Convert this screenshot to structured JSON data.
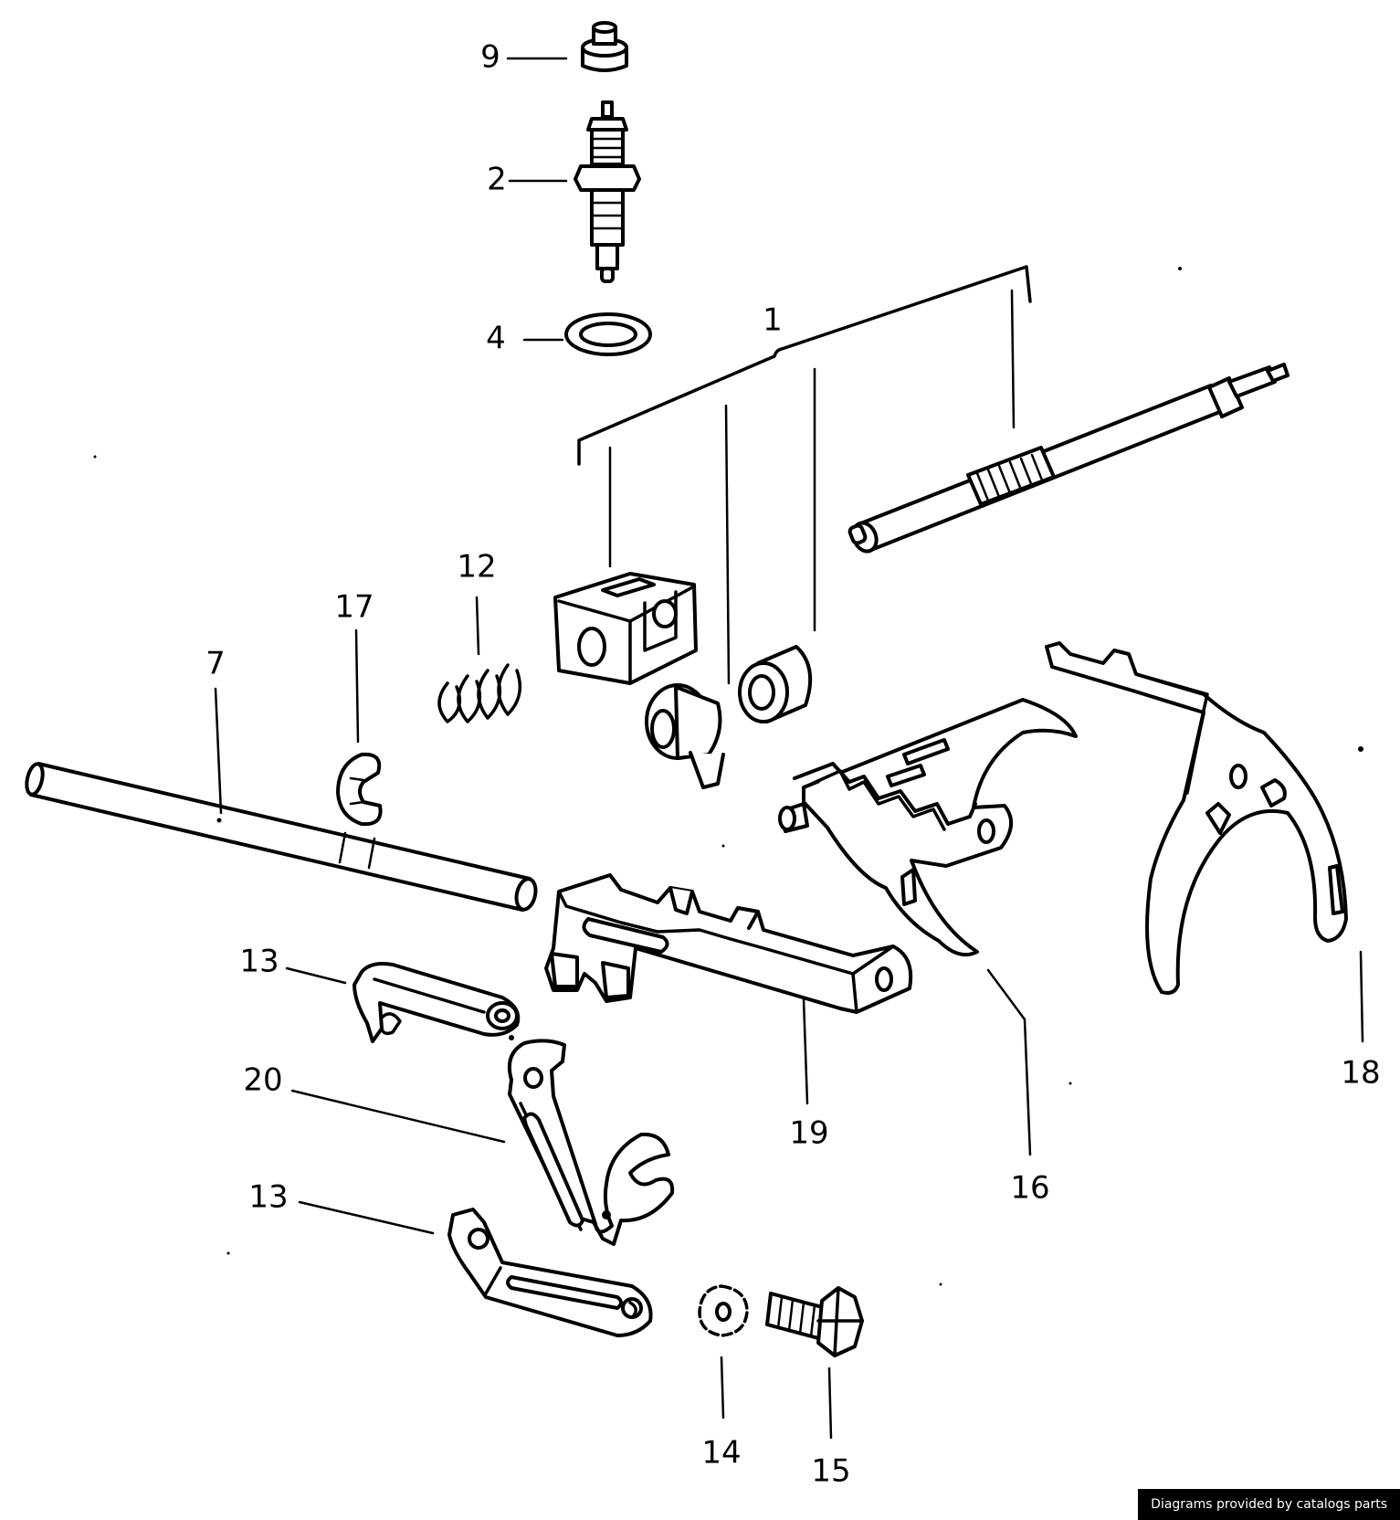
{
  "diagram": {
    "callouts": [
      "1",
      "2",
      "4",
      "7",
      "9",
      "12",
      "13",
      "13",
      "14",
      "15",
      "16",
      "17",
      "18",
      "19",
      "20"
    ]
  },
  "footer": {
    "credit": "Diagrams provided by catalogs parts"
  }
}
